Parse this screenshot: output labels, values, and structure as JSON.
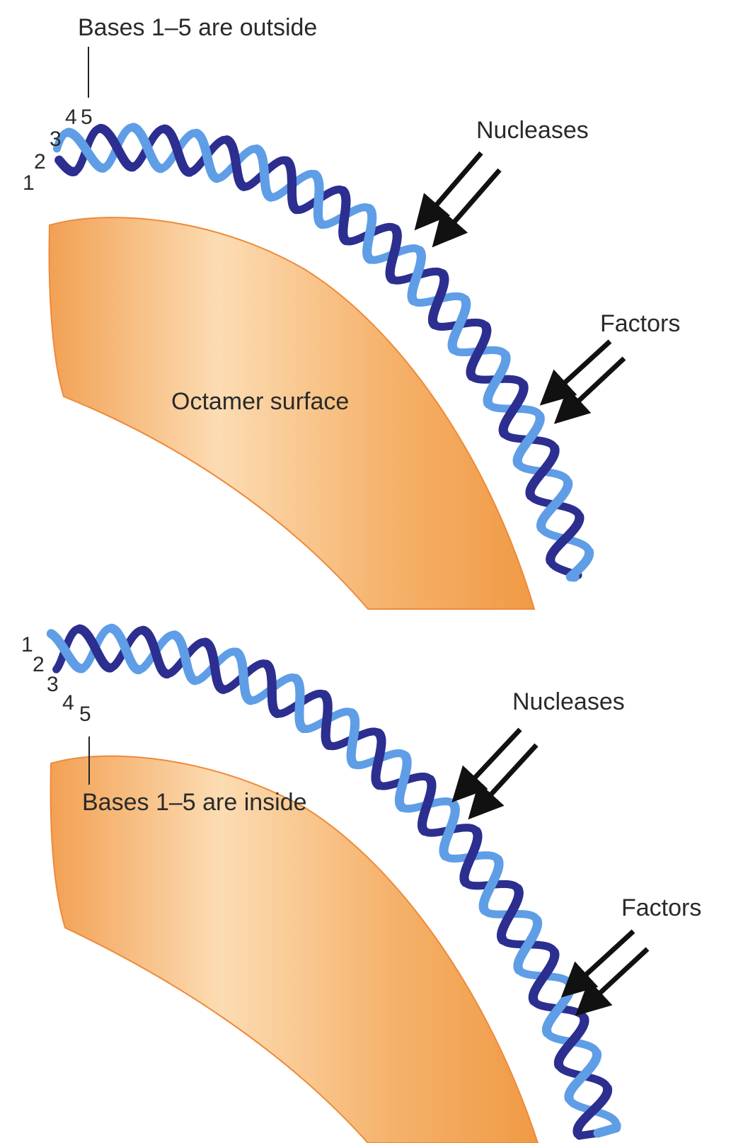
{
  "panels": [
    {
      "bases_label": "Bases 1–5 are outside",
      "base_numbers": [
        "1",
        "2",
        "3",
        "4",
        "5"
      ],
      "surface_label": "Octamer surface",
      "nucleases_label": "Nucleases",
      "factors_label": "Factors"
    },
    {
      "bases_label": "Bases 1–5 are inside",
      "base_numbers": [
        "1",
        "2",
        "3",
        "4",
        "5"
      ],
      "nucleases_label": "Nucleases",
      "factors_label": "Factors"
    }
  ],
  "colors": {
    "octamer_edge": "#ef9a4e",
    "octamer_mid": "#fbd9ad",
    "octamer_dark": "#f2a85f",
    "strand_dark": "#2c2f8f",
    "strand_light": "#5f9ee6"
  },
  "icons": [
    "arrow-icon",
    "dna-helix-icon"
  ]
}
